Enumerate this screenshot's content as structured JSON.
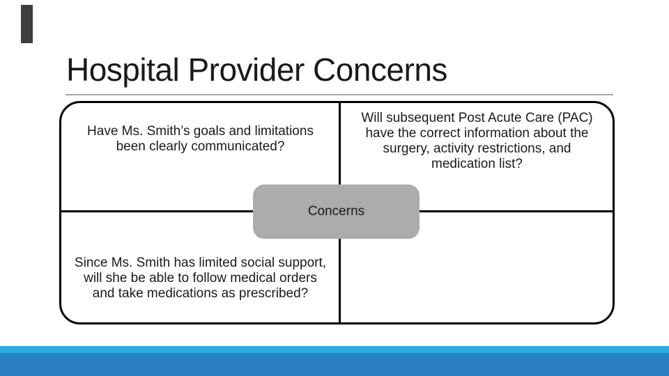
{
  "slide": {
    "title": "Hospital Provider Concerns",
    "diagram": {
      "center_label": "Concerns",
      "quadrants": {
        "top_left": {
          "lines": [
            "Have Ms. Smith’s goals and limitations",
            "been clearly communicated?"
          ]
        },
        "top_right": {
          "lines": [
            "Will subsequent Post Acute Care (PAC)",
            "have the correct information about the",
            "surgery, activity restrictions, and",
            "medication list?"
          ]
        },
        "bottom_left": {
          "lines": [
            "Since Ms. Smith has limited social support,",
            "will she be able to follow medical orders",
            "and take medications as prescribed?"
          ]
        },
        "bottom_right": {
          "lines": []
        }
      }
    },
    "colors": {
      "accent_bar": "#3E3E3E",
      "border": "#000000",
      "text": "#1A1A1A",
      "title_rule": "#A6A6A6",
      "center_box_fill": "#ACACAC",
      "band_stripe": "#2AACE2",
      "band_main": "#2A80C3"
    }
  }
}
